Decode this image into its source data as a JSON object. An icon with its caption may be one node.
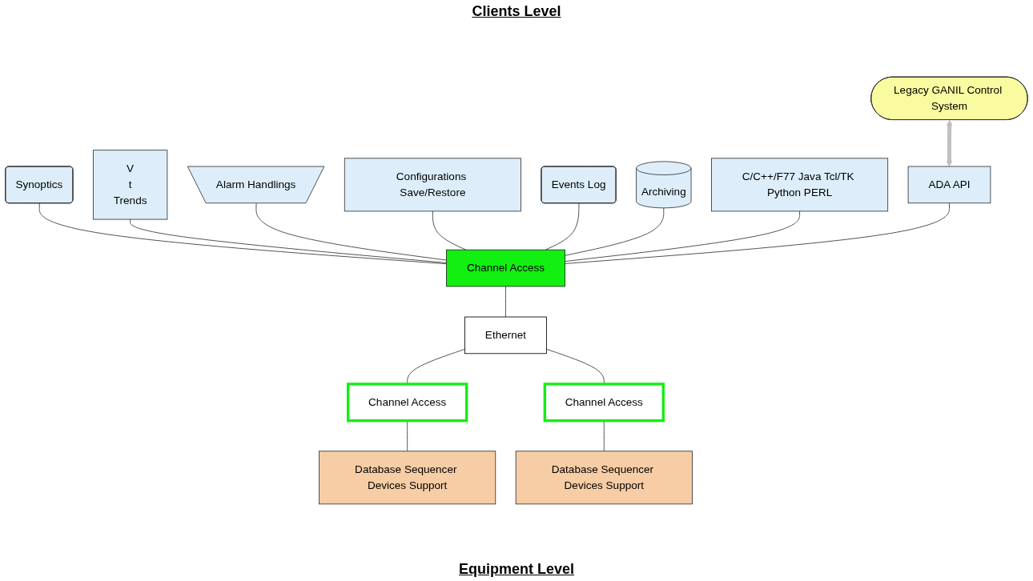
{
  "diagram": {
    "nodes": [
      {
        "text": [
          "Legacy GANIL Control System"
        ]
      },
      {
        "text": [
          "Synoptics"
        ]
      },
      {
        "text": [
          "V",
          "t",
          "Trends"
        ]
      },
      {
        "text": [
          "Alarm Handlings"
        ]
      },
      {
        "text": [
          "Configurations Save/Restore"
        ]
      },
      {
        "text": [
          "Archiving"
        ]
      },
      {
        "text": [
          "Events Log"
        ]
      },
      {
        "text": [
          "C/C++/F77 Java Tcl/TK Python PERL"
        ]
      },
      {
        "text": [
          "ADA API"
        ]
      },
      {
        "text": [
          "Channel Access"
        ]
      },
      {
        "text": [
          "Ethernet"
        ]
      },
      {
        "text": [
          "Channel Access"
        ]
      },
      {
        "text": [
          "Database Sequencer Devices Support"
        ]
      },
      {
        "text": [
          "Channel Access"
        ]
      },
      {
        "text": [
          "Database Sequencer Devices Support"
        ]
      }
    ],
    "edges": [
      {
        "from": 0,
        "to": 8,
        "arrow": "both",
        "style": "thick",
        "color": "#c0c0c0"
      },
      {
        "from": 1,
        "to": 9,
        "arrow": "none"
      },
      {
        "from": 2,
        "to": 9,
        "arrow": "none"
      },
      {
        "from": 3,
        "to": 9,
        "arrow": "none"
      },
      {
        "from": 4,
        "to": 9,
        "arrow": "none"
      },
      {
        "from": 6,
        "to": 9,
        "arrow": "none"
      },
      {
        "from": 5,
        "to": 9,
        "arrow": "none"
      },
      {
        "from": 7,
        "to": 9,
        "arrow": "none"
      },
      {
        "from": 8,
        "to": 9,
        "arrow": "none"
      },
      {
        "from": 9,
        "to": 10,
        "arrow": "none"
      },
      {
        "from": 10,
        "to": 11,
        "arrow": "none"
      },
      {
        "from": 10,
        "to": 13,
        "arrow": "none"
      },
      {
        "from": 11,
        "to": 12,
        "arrow": "none"
      },
      {
        "from": 13,
        "to": 14,
        "arrow": "none"
      }
    ],
    "labels": [
      "Clients Level",
      "Equipment Level"
    ]
  }
}
